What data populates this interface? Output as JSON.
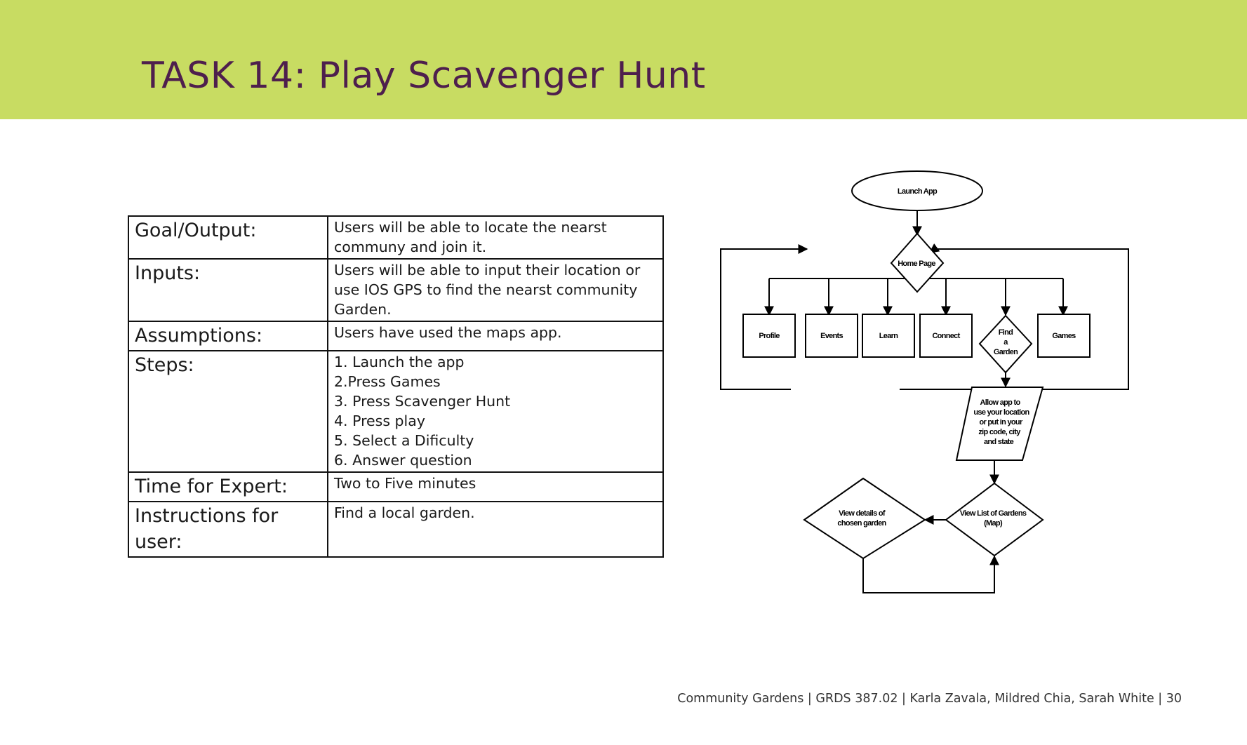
{
  "header": {
    "title": "TASK 14: Play Scavenger Hunt"
  },
  "task_table": {
    "rows": [
      {
        "label": "Goal/Output:",
        "value_lines": [
          "Users will be able to locate the nearst",
          "communy and join it."
        ]
      },
      {
        "label": "Inputs:",
        "value_lines": [
          "Users will be able to input their location or",
          "use IOS GPS to find the nearst community",
          "Garden."
        ]
      },
      {
        "label": "Assumptions:",
        "value_lines": [
          "Users have used the maps app."
        ]
      },
      {
        "label": "Steps:",
        "value_lines": [
          "1. Launch the app",
          "2.Press Games",
          "3. Press Scavenger Hunt",
          "4. Press play",
          "5. Select a Dificulty",
          "6. Answer question"
        ]
      },
      {
        "label": "Time for Expert:",
        "value_lines": [
          "Two to Five minutes"
        ]
      },
      {
        "label_lines": [
          "Instructions for",
          "user:"
        ],
        "value_lines": [
          "Find a local garden."
        ]
      }
    ]
  },
  "flowchart": {
    "launch": "Launch App",
    "home": "Home Page",
    "profile": "Profile",
    "events": "Events",
    "learn": "Learn",
    "connect": "Connect",
    "find_garden": [
      "Find",
      "a",
      "Garden"
    ],
    "games": "Games",
    "allow_location": [
      "Allow app to",
      "use your location",
      "or put in your",
      "zip code, city",
      "and state"
    ],
    "view_list": [
      "View List of Gardens",
      "(Map)"
    ],
    "view_details": [
      "View details of",
      "chosen garden"
    ]
  },
  "footer": {
    "text": "Community Gardens | GRDS 387.02 | Karla Zavala, Mildred Chia, Sarah White  |  30"
  }
}
